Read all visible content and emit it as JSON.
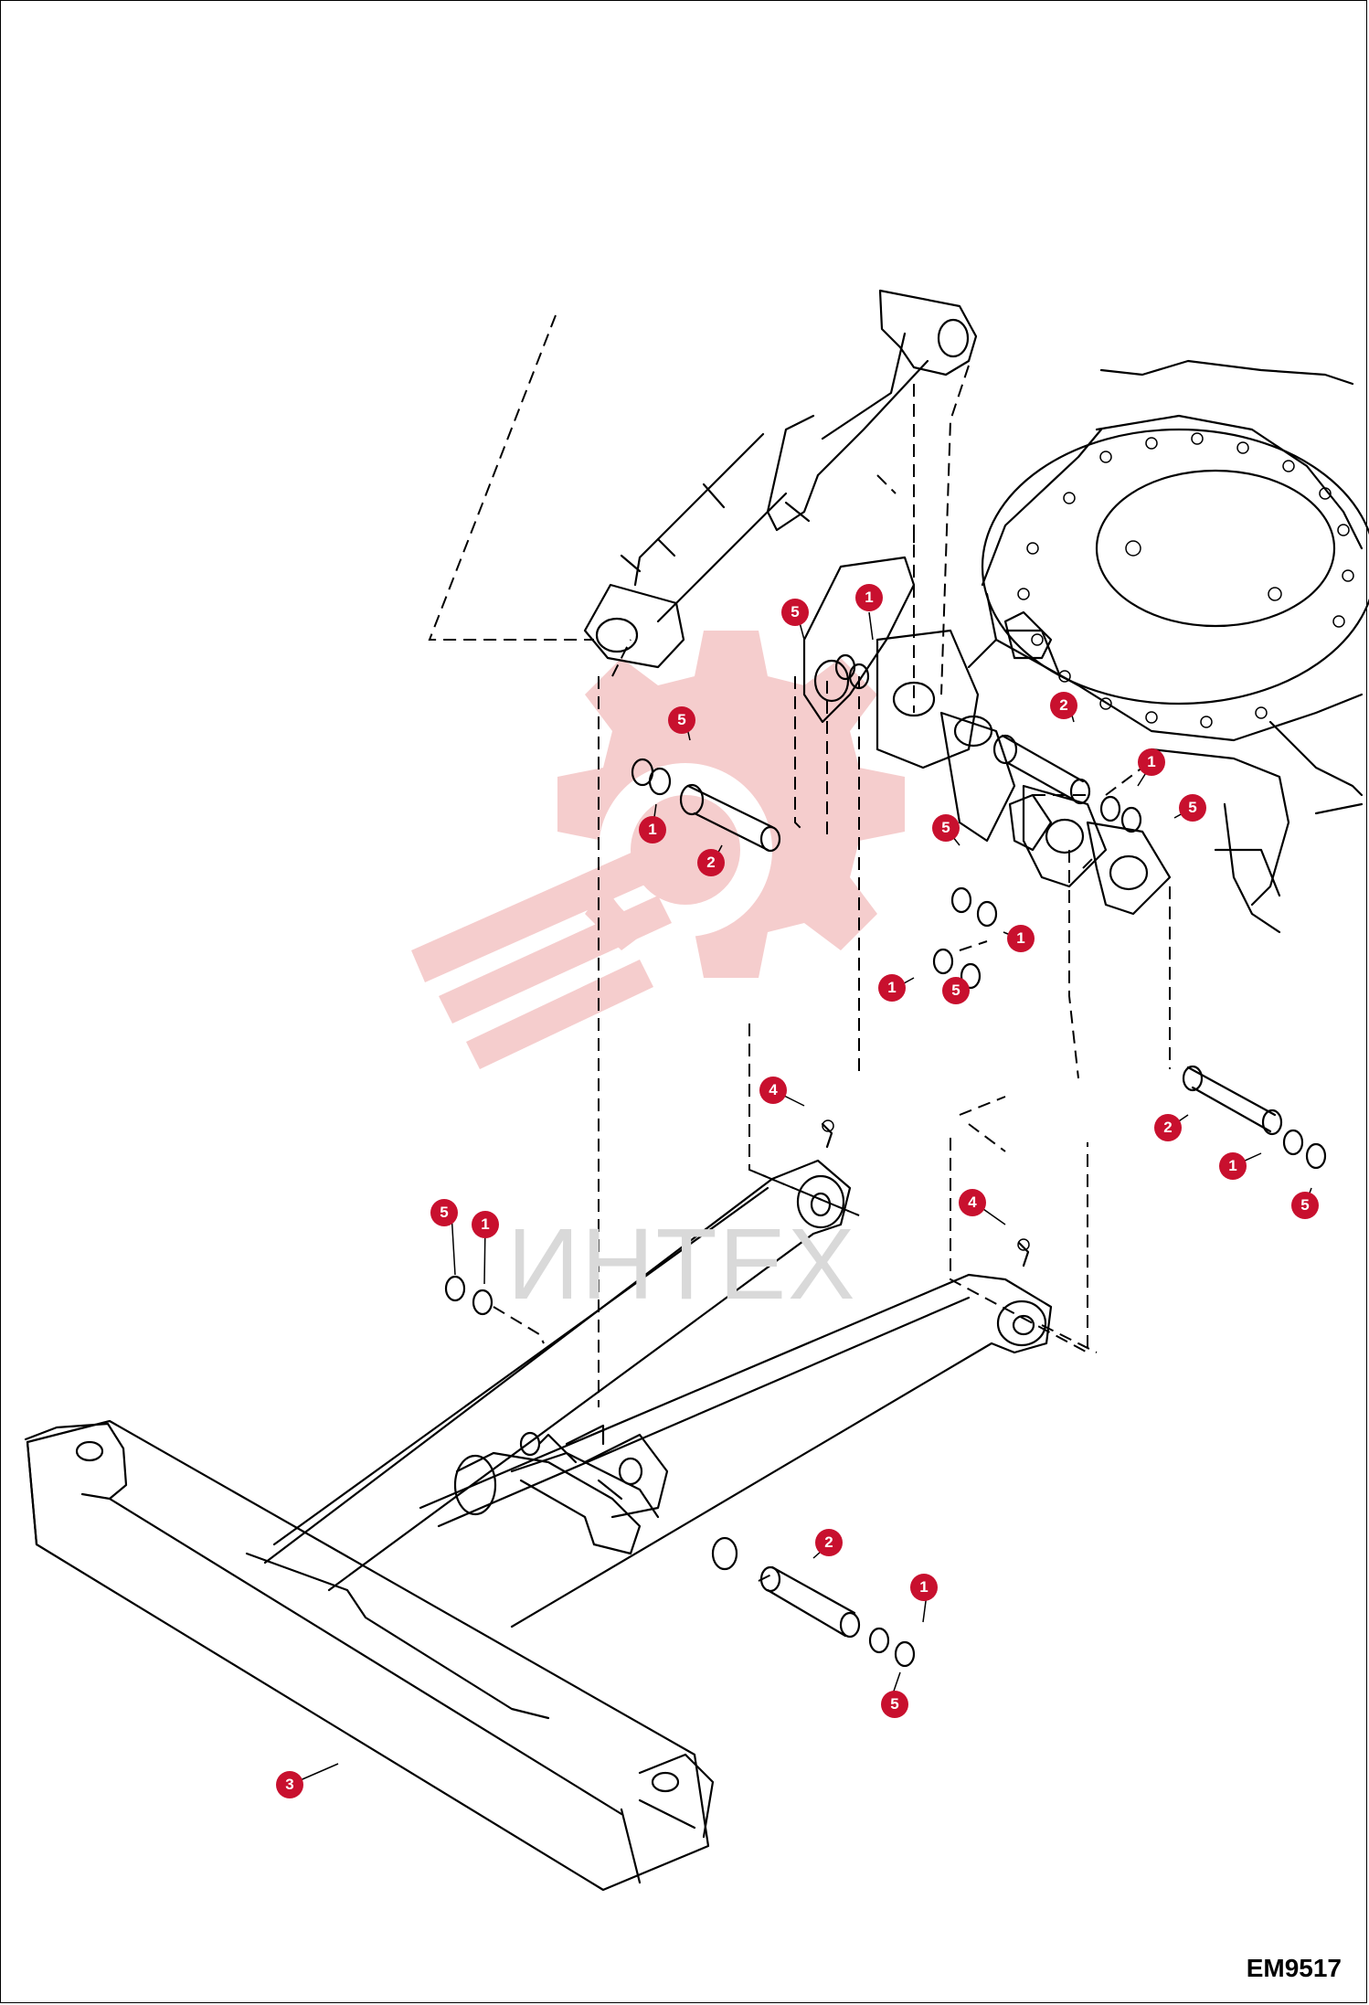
{
  "diagram": {
    "watermark": "ИНТЕХ",
    "drawing_code": "EM9517",
    "callouts": [
      {
        "id": "c1",
        "label": "1"
      },
      {
        "id": "c2",
        "label": "5"
      },
      {
        "id": "c3",
        "label": "2"
      },
      {
        "id": "c4",
        "label": "5"
      },
      {
        "id": "c5",
        "label": "1"
      },
      {
        "id": "c6",
        "label": "2"
      },
      {
        "id": "c7",
        "label": "1"
      },
      {
        "id": "c8",
        "label": "5"
      },
      {
        "id": "c9",
        "label": "5"
      },
      {
        "id": "c10",
        "label": "1"
      },
      {
        "id": "c11",
        "label": "1"
      },
      {
        "id": "c12",
        "label": "5"
      },
      {
        "id": "c13",
        "label": "4"
      },
      {
        "id": "c14",
        "label": "2"
      },
      {
        "id": "c15",
        "label": "1"
      },
      {
        "id": "c16",
        "label": "5"
      },
      {
        "id": "c17",
        "label": "4"
      },
      {
        "id": "c18",
        "label": "5"
      },
      {
        "id": "c19",
        "label": "1"
      },
      {
        "id": "c20",
        "label": "2"
      },
      {
        "id": "c21",
        "label": "1"
      },
      {
        "id": "c22",
        "label": "5"
      },
      {
        "id": "c23",
        "label": "3"
      }
    ]
  }
}
